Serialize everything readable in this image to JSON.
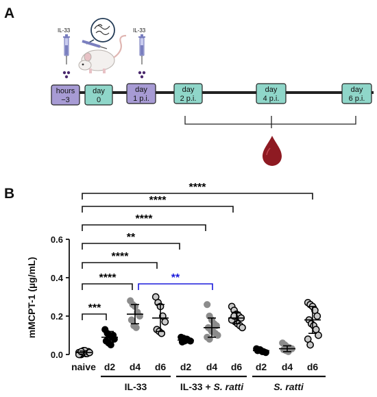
{
  "panelA": {
    "label": "A",
    "injection_label": "IL-33",
    "timeline_boxes": [
      {
        "line1": "hours",
        "line2": "−3",
        "fill": "#a79bd4"
      },
      {
        "line1": "day",
        "line2": "0",
        "fill": "#8fd6c9"
      },
      {
        "line1": "day",
        "line2": "1 p.i.",
        "fill": "#a79bd4"
      },
      {
        "line1": "day",
        "line2": "2 p.i.",
        "fill": "#8fd6c9"
      },
      {
        "line1": "day",
        "line2": "4 p.i.",
        "fill": "#8fd6c9"
      },
      {
        "line1": "day",
        "line2": "6 p.i.",
        "fill": "#8fd6c9"
      }
    ],
    "icons": [
      "syringe-icon",
      "mouse-icon",
      "larvae-icon",
      "blood-drop-icon"
    ]
  },
  "panelB": {
    "label": "B",
    "ylabel": "mMCPT-1 (µg/mL)",
    "yticks": [
      "0.0",
      "0.2",
      "0.4",
      "0.6"
    ],
    "categories": [
      "naive",
      "d2",
      "d4",
      "d6",
      "d2",
      "d4",
      "d6",
      "d2",
      "d4",
      "d6"
    ],
    "groups": [
      {
        "label": "IL-33",
        "italic_part": ""
      },
      {
        "label": "IL-33 + ",
        "italic_part": "S. ratti"
      },
      {
        "label": "",
        "italic_part": "S. ratti"
      }
    ],
    "significance": [
      {
        "text": "***",
        "color": "#000000"
      },
      {
        "text": "****",
        "color": "#000000"
      },
      {
        "text": "****",
        "color": "#000000"
      },
      {
        "text": "**",
        "color": "#000000"
      },
      {
        "text": "****",
        "color": "#000000"
      },
      {
        "text": "****",
        "color": "#000000"
      },
      {
        "text": "****",
        "color": "#000000"
      },
      {
        "text": "**",
        "color": "#1a1adb"
      }
    ]
  },
  "chart_data": {
    "type": "scatter",
    "ylabel": "mMCPT-1 (µg/mL)",
    "ylim": [
      0,
      0.6
    ],
    "categories": [
      "naive",
      "IL-33 d2",
      "IL-33 d4",
      "IL-33 d6",
      "IL-33 + S. ratti d2",
      "IL-33 + S. ratti d4",
      "IL-33 + S. ratti d6",
      "S. ratti d2",
      "S. ratti d4",
      "S. ratti d6"
    ],
    "series": [
      {
        "values": [
          0.01,
          0.0,
          0.02,
          0.005,
          0.015,
          0.0,
          0.01,
          0.02,
          0.005,
          0.01,
          0.0,
          0.015
        ],
        "mean": 0.01,
        "sd": 0.008,
        "marker": "grey-open"
      },
      {
        "values": [
          0.13,
          0.11,
          0.1,
          0.09,
          0.08,
          0.07,
          0.06,
          0.05,
          0.1
        ],
        "mean": 0.09,
        "sd": 0.03,
        "marker": "black"
      },
      {
        "values": [
          0.28,
          0.26,
          0.25,
          0.22,
          0.2,
          0.18,
          0.15,
          0.14
        ],
        "mean": 0.21,
        "sd": 0.05,
        "marker": "grey"
      },
      {
        "values": [
          0.3,
          0.27,
          0.25,
          0.2,
          0.17,
          0.13,
          0.12,
          0.11
        ],
        "mean": 0.19,
        "sd": 0.07,
        "marker": "grey-open"
      },
      {
        "values": [
          0.09,
          0.085,
          0.08,
          0.075,
          0.07,
          0.065,
          0.07,
          0.08
        ],
        "mean": 0.075,
        "sd": 0.008,
        "marker": "black"
      },
      {
        "values": [
          0.26,
          0.2,
          0.18,
          0.16,
          0.15,
          0.14,
          0.13,
          0.12,
          0.11,
          0.1,
          0.09,
          0.08,
          0.12
        ],
        "mean": 0.14,
        "sd": 0.05,
        "marker": "grey"
      },
      {
        "values": [
          0.25,
          0.23,
          0.21,
          0.2,
          0.19,
          0.18,
          0.17,
          0.16,
          0.15,
          0.14,
          0.18,
          0.2
        ],
        "mean": 0.19,
        "sd": 0.03,
        "marker": "grey-open"
      },
      {
        "values": [
          0.03,
          0.025,
          0.02,
          0.015,
          0.01,
          0.02,
          0.025,
          0.015
        ],
        "mean": 0.02,
        "sd": 0.008,
        "marker": "black"
      },
      {
        "values": [
          0.06,
          0.05,
          0.04,
          0.035,
          0.03,
          0.025,
          0.02,
          0.015,
          0.03
        ],
        "mean": 0.03,
        "sd": 0.015,
        "marker": "grey"
      },
      {
        "values": [
          0.27,
          0.26,
          0.25,
          0.23,
          0.2,
          0.18,
          0.16,
          0.15,
          0.13,
          0.1,
          0.08,
          0.05
        ],
        "mean": 0.18,
        "sd": 0.07,
        "marker": "grey-open"
      }
    ],
    "comparisons": [
      {
        "from": "naive",
        "to": "IL-33 d2",
        "label": "***"
      },
      {
        "from": "naive",
        "to": "IL-33 d4",
        "label": "****"
      },
      {
        "from": "naive",
        "to": "IL-33 d6",
        "label": "****"
      },
      {
        "from": "naive",
        "to": "IL-33 + S. ratti d2",
        "label": "**"
      },
      {
        "from": "naive",
        "to": "IL-33 + S. ratti d4",
        "label": "****"
      },
      {
        "from": "naive",
        "to": "IL-33 + S. ratti d6",
        "label": "****"
      },
      {
        "from": "naive",
        "to": "S. ratti d6",
        "label": "****"
      },
      {
        "from": "IL-33 d4",
        "to": "IL-33 + S. ratti d4",
        "label": "**"
      }
    ]
  }
}
